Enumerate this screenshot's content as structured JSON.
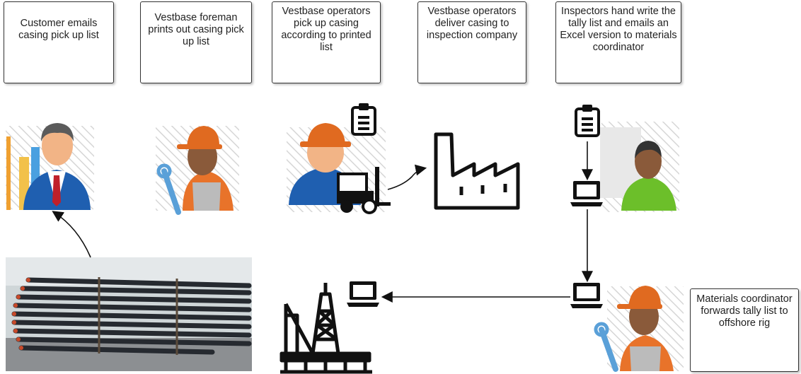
{
  "steps": [
    {
      "label": "Customer emails casing pick up list"
    },
    {
      "label": "Vestbase foreman prints out casing pick up list"
    },
    {
      "label": "Vestbase operators pick up casing according to printed list"
    },
    {
      "label": "Vestbase operators deliver casing to inspection company"
    },
    {
      "label": "Inspectors hand write the tally list and emails an Excel version to materials coordinator"
    },
    {
      "label": "Materials coordinator forwards tally list to offshore rig"
    }
  ],
  "icons": [
    "businessman-icon",
    "worker-icon",
    "clipboard-icon",
    "forklift-icon",
    "factory-icon",
    "laptop-icon",
    "oil-rig-icon",
    "casing-pipes-photo"
  ],
  "colors": {
    "accent_orange": "#e8732a",
    "suit_blue": "#1f5fb0",
    "shirt_green": "#6cbf2a",
    "stroke": "#111111"
  }
}
